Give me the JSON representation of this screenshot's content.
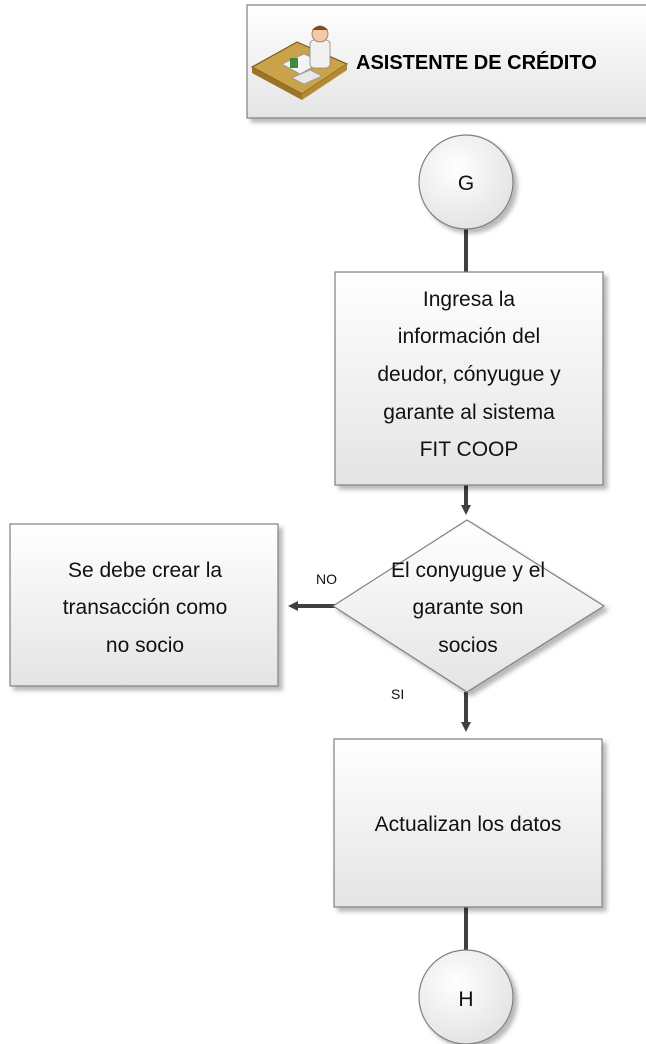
{
  "header": {
    "title": "ASISTENTE DE CRÉDITO",
    "icon": "person-at-desk-icon"
  },
  "nodes": {
    "connector_start": {
      "label": "G"
    },
    "process_1": {
      "lines": [
        "Ingresa la",
        "información del",
        "deudor, cónyugue y",
        "garante al sistema",
        "FIT COOP"
      ]
    },
    "decision_1": {
      "lines": [
        "El conyugue y el",
        "garante son",
        "socios"
      ]
    },
    "process_no": {
      "lines": [
        "Se debe crear la",
        "transacción como",
        "no socio"
      ]
    },
    "process_2": {
      "lines": [
        "Actualizan los datos"
      ]
    },
    "connector_end": {
      "label": "H"
    }
  },
  "edges": {
    "no_label": "NO",
    "yes_label": "SI"
  },
  "colors": {
    "box_fill_top": "#ffffff",
    "box_fill_bottom": "#e6e6e6",
    "stroke": "#7f7f7f",
    "arrow": "#404040"
  }
}
